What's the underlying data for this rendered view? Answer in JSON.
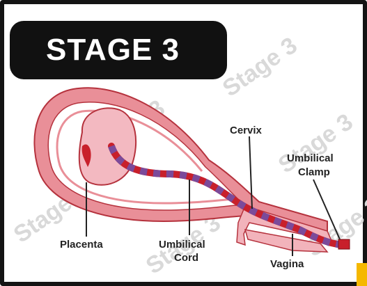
{
  "title": "STAGE 3",
  "watermark": "Stage 3",
  "labels": {
    "cervix": "Cervix",
    "umbilical_clamp": [
      "Umbilical",
      "Clamp"
    ],
    "placenta": "Placenta",
    "umbilical_cord": [
      "Umbilical",
      "Cord"
    ],
    "vagina": "Vagina"
  },
  "colors": {
    "uterus_wall": "#e98f98",
    "uterus_outline": "#b5323d",
    "placenta": "#f3b9c1",
    "placenta_blood": "#c8202b",
    "cord_red": "#c8202b",
    "cord_purple": "#7b4a9a",
    "title_bg": "#111111",
    "title_text": "#ffffff"
  }
}
